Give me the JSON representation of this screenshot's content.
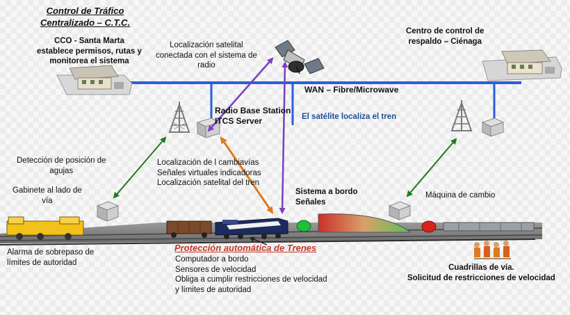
{
  "ctc": {
    "title_line1": "Control de Tráfico",
    "title_line2": "Centralizado – C.T.C.",
    "lines": [
      "CCO - Santa Marta",
      "establece permisos, rutas y",
      "monitorea el sistema"
    ]
  },
  "backup_center": {
    "lines": [
      "Centro de control de",
      "respaldo – Ciénaga"
    ]
  },
  "satellite": {
    "lines": [
      "Localización satelital",
      "conectada con el sistema  de",
      "radio"
    ]
  },
  "wan_label": "WAN – Fibre/Microwave",
  "radio_base": {
    "lines": [
      "Radio Base Station",
      "ITCS Server"
    ]
  },
  "satellite_locates": "El satélite localiza el tren",
  "needle_detection": {
    "lines": [
      "Detección de  posición de",
      "agujas"
    ]
  },
  "wayside_cabinet": {
    "lines": [
      "Gabinete al lado de",
      "vía"
    ]
  },
  "localization": {
    "lines": [
      "Localización de l cambiavías",
      "Señales virtuales indicadoras",
      "Localización satelital del tren"
    ]
  },
  "onboard_system": {
    "lines": [
      "Sistema a bordo",
      "Señales"
    ]
  },
  "switch_machine": "Máquina de cambio",
  "overrun_alarm": {
    "lines": [
      "Alarma de sobrepaso  de",
      "límites de autoridad"
    ]
  },
  "atp": {
    "title": "Protección automática de Trenes",
    "lines": [
      "Computador a bordo",
      "Sensores de velocidad",
      "Obliga a cumplir restricciones de velocidad",
      "y límites de autoridad"
    ]
  },
  "crews": {
    "lines": [
      "Cuadrillas  de vía.",
      "Solicitud de restricciones de velocidad"
    ]
  },
  "colors": {
    "wan_line": "#2a5fd8",
    "purple_arrow": "#7a3fc0",
    "orange_arrow": "#e07a1f",
    "green_arrow": "#1f7a1f",
    "green_signal": "#1fbf3a",
    "red_signal": "#d8231a"
  }
}
